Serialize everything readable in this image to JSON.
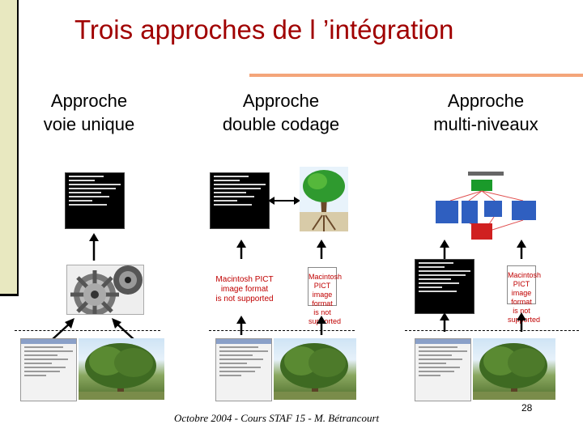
{
  "slide": {
    "title": "Trois approches de l ’intégration",
    "footer": "Octobre 2004 - Cours STAF 15 - M. Bétrancourt",
    "page_number": "28"
  },
  "columns": [
    {
      "title": "Approche\nvoie unique"
    },
    {
      "title": "Approche\ndouble codage"
    },
    {
      "title": "Approche\nmulti-niveaux"
    }
  ],
  "placeholders": {
    "pict_large": "Macintosh PICT\nimage format\nis not supported",
    "pict_small": "Macintosh PICT\nimage format\nis not supported"
  },
  "icons": [
    "gears-icon",
    "tree-icon",
    "diagram-icon",
    "arrow-icon"
  ],
  "colors": {
    "title": "#a00000",
    "rule": "#f4a57a",
    "sidebar": "#e8e8c0",
    "diagram_green": "#1a9a2a",
    "diagram_blue": "#2f5fc0",
    "diagram_red": "#d02020"
  }
}
